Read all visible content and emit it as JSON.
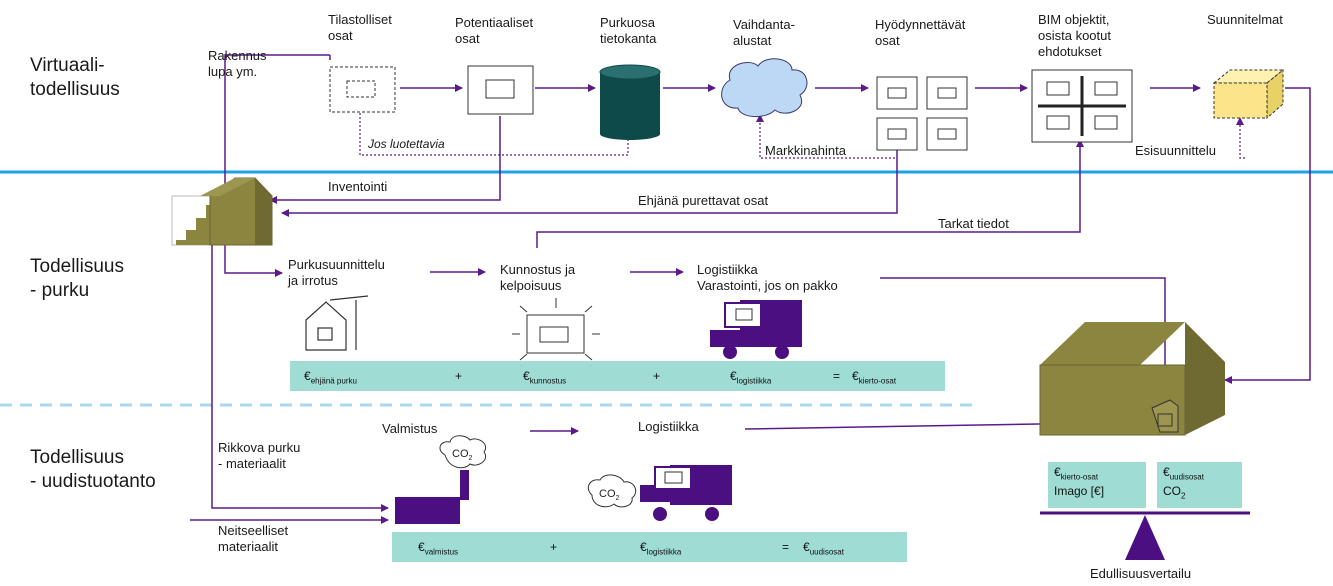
{
  "zones": {
    "virtual_line1": "Virtuaali-",
    "virtual_line2": "todellisuus",
    "purku_line1": "Todellisuus",
    "purku_line2": "- purku",
    "uusi_line1": "Todellisuus",
    "uusi_line2": "- uudistuotanto"
  },
  "top_nodes": {
    "rakennus1": "Rakennus",
    "rakennus2": "lupa ym.",
    "tilastolliset1": "Tilastolliset",
    "tilastolliset2": "osat",
    "potentiaaliset1": "Potentiaaliset",
    "potentiaaliset2": "osat",
    "purkuosa1": "Purkuosa",
    "purkuosa2": "tietokanta",
    "vaihdanta1": "Vaihdanta-",
    "vaihdanta2": "alustat",
    "hyodynnettavat1": "Hyödynnettävät",
    "hyodynnettavat2": "osat",
    "bim1": "BIM objektit,",
    "bim2": "osista kootut",
    "bim3": "ehdotukset",
    "suunnitelmat": "Suunnitelmat"
  },
  "flow_labels": {
    "jos_luotettavia": "Jos luotettavia",
    "markkinahinta": "Markkinahinta",
    "esisuunnittelu": "Esisuunnittelu",
    "inventointi": "Inventointi",
    "ehjana": "Ehjänä purettavat osat",
    "tarkat": "Tarkat tiedot"
  },
  "purku_steps": {
    "purkusuunnittelu1": "Purkusuunnittelu",
    "purkusuunnittelu2": "ja irrotus",
    "kunnostus1": "Kunnostus ja",
    "kunnostus2": "kelpoisuus",
    "logistiikka1": "Logistiikka",
    "logistiikka2": "Varastointi, jos on pakko"
  },
  "purku_equation": {
    "euro": "€",
    "term1_sub": "ehjänä purku",
    "plus1": "+",
    "term2_sub": "kunnostus",
    "plus2": "+",
    "term3_sub": "logistiikka",
    "equals": "=",
    "result_sub": "kierto-osat"
  },
  "uusi_steps": {
    "rikkova1": "Rikkova purku",
    "rikkova2": "- materiaalit",
    "valmistus": "Valmistus",
    "logistiikka": "Logistiikka",
    "neitseelliset1": "Neitseelliset",
    "neitseelliset2": "materiaalit",
    "co2": "CO",
    "co2_sub": "2"
  },
  "uusi_equation": {
    "euro": "€",
    "term1_sub": "valmistus",
    "plus1": "+",
    "term2_sub": "logistiikka",
    "equals": "=",
    "result_sub": "uudisosat"
  },
  "scale": {
    "left_sub": "kierto-osat",
    "left_line2": "Imago [€]",
    "right_sub": "uudisosat",
    "right_line2": "CO",
    "right_line2_sub": "2",
    "caption": "Edullisuusvertailu"
  },
  "colors": {
    "purple": "#5a1a8c",
    "blue_line": "#1ea0e6",
    "dashed_line": "#a8d8f0",
    "teal": "#9edcd4",
    "olive": "#8b8540",
    "db": "#0f4a4a"
  }
}
